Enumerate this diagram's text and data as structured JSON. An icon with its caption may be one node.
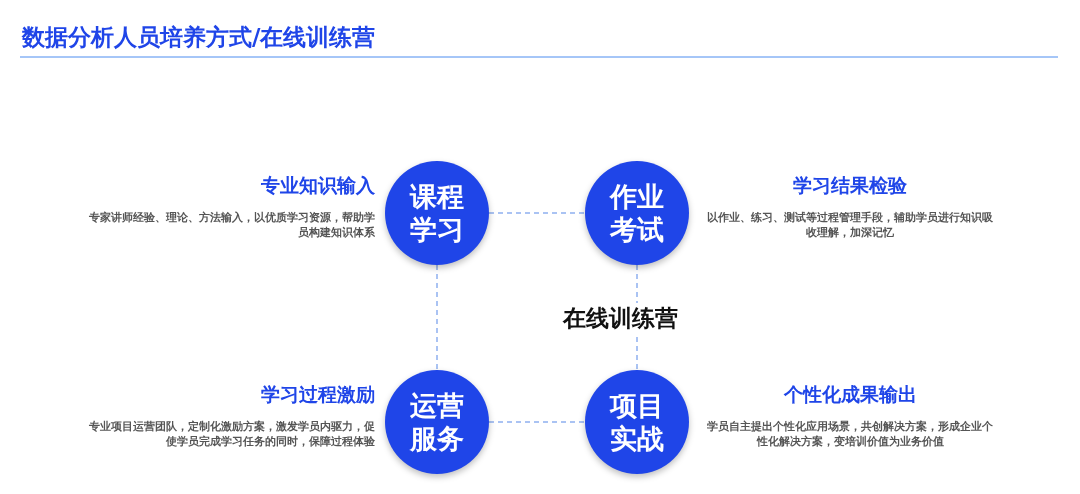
{
  "diagram": {
    "title": "数据分析人员培养方式/在线训练营",
    "nodes": [
      {
        "text": [
          "课程学习"
        ],
        "beside": [
          "专业知识输入",
          "专家讲师经验、理论、方法输入，以优质学习资源，帮助学员构建知识体系"
        ]
      },
      {
        "text": [
          "作业考试"
        ],
        "beside": [
          "学习结果检验",
          "以作业、练习、测试等过程管理手段，辅助学员进行知识吸收理解，加深记忆"
        ]
      },
      {
        "text": [
          "运营服务"
        ],
        "beside": [
          "学习过程激励",
          "专业项目运营团队，定制化激励方案，激发学员内驱力，促使学员完成学习任务的同时，保障过程体验"
        ]
      },
      {
        "text": [
          "项目实战"
        ],
        "beside": [
          "个性化成果输出",
          "学员自主提出个性化应用场景，共创解决方案，形成企业个性化解决方案，变培训价值为业务价值"
        ]
      }
    ],
    "edges": [
      {
        "from": 0,
        "to": 1,
        "arrow": "none",
        "style": "dashed"
      },
      {
        "from": 0,
        "to": 2,
        "arrow": "none",
        "style": "dashed"
      },
      {
        "from": 1,
        "to": 3,
        "arrow": "none",
        "style": "dashed"
      },
      {
        "from": 2,
        "to": 3,
        "arrow": "none",
        "style": "dashed"
      }
    ],
    "labels": [
      "在线训练营"
    ]
  }
}
